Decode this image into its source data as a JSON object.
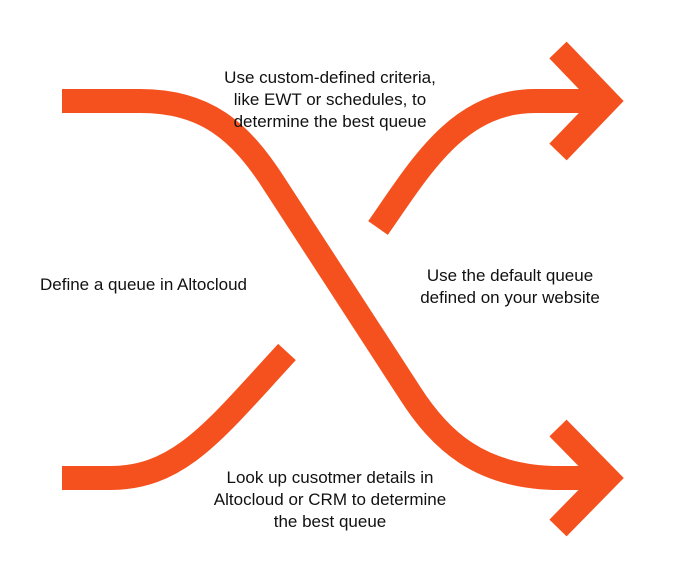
{
  "theme": {
    "arrow_color": "#F4511E",
    "text_color": "#111111",
    "background": "#FFFFFF"
  },
  "icons": {
    "upper_arrowhead": "chevron-right-icon",
    "lower_arrowhead": "chevron-right-icon"
  },
  "labels": {
    "top": [
      "Use custom-defined criteria,",
      "like EWT or schedules, to",
      "determine the best queue"
    ],
    "left": [
      "Define a queue in Altocloud"
    ],
    "right": [
      "Use the default queue",
      "defined on your website"
    ],
    "bottom": [
      "Look up cusotmer details in",
      "Altocloud or CRM to determine",
      "the best queue"
    ]
  }
}
